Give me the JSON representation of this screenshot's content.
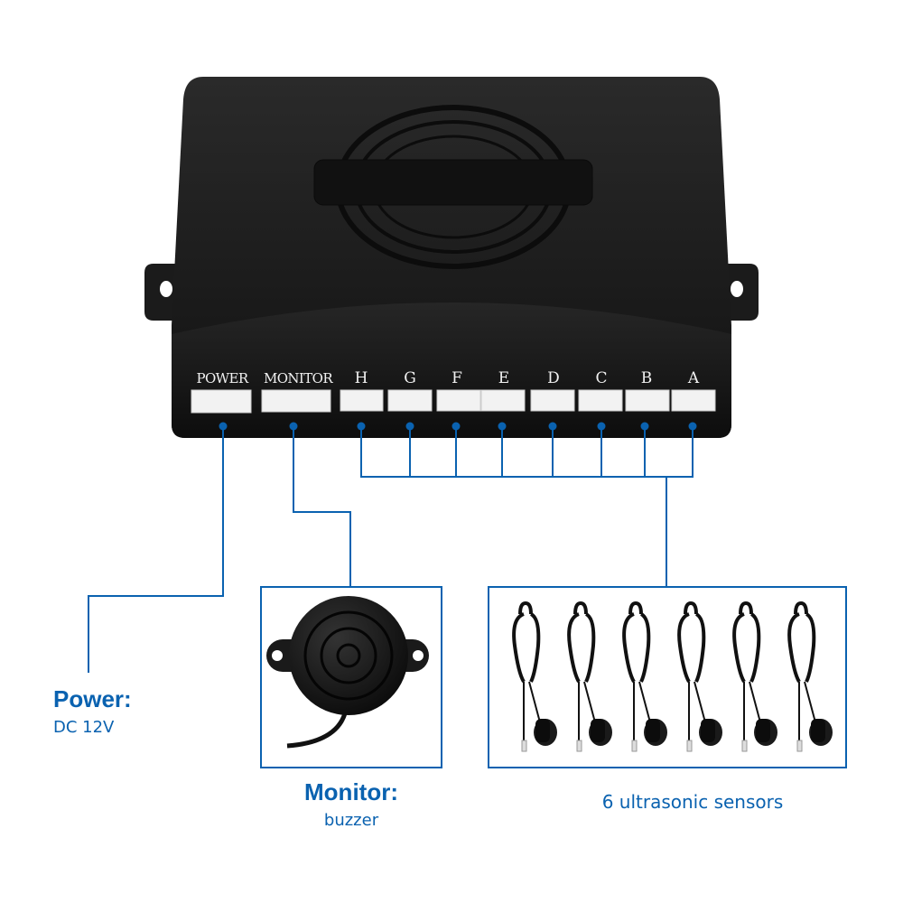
{
  "device": {
    "ports": [
      "POWER",
      "MONITOR",
      "H",
      "G",
      "F",
      "E",
      "D",
      "C",
      "B",
      "A"
    ]
  },
  "callouts": {
    "power": {
      "title": "Power:",
      "detail": "DC 12V"
    },
    "monitor": {
      "title": "Monitor:",
      "detail": "buzzer"
    },
    "sensors": {
      "detail": "6 ultrasonic sensors",
      "count": 6
    }
  },
  "colors": {
    "accent": "#0a62b0",
    "device": "#1a1a1a"
  }
}
